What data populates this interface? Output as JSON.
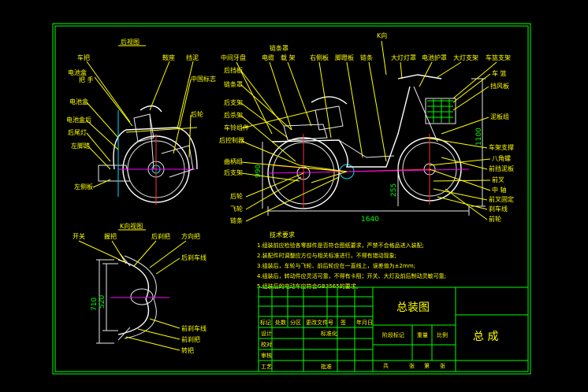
{
  "views": {
    "rear": "后视图",
    "k": "K向视图",
    "k_arrow": "K向"
  },
  "rear_labels": {
    "top": [
      "鞍座",
      "挡泥"
    ],
    "left": [
      "车把",
      "电池盒\n把  手",
      "电池盒",
      "电池盒后\n挂",
      "后尾灯",
      "左脚踏",
      "左侧板"
    ],
    "right": [
      "中国标志",
      "后轮"
    ]
  },
  "side_labels": {
    "top": [
      "中间牙盘",
      "电缆",
      "载  架",
      "右侧板",
      "脚蹬板",
      "链条",
      "大灯灯罩",
      "电池护罩",
      "大灯支架",
      "车篮支架"
    ],
    "top_cover": "链条罩",
    "left": [
      "后挡板",
      "链条罩",
      "后支架",
      "后杀架",
      "车铃组件",
      "后控制器",
      "曲柄组",
      "后支架",
      "后轮",
      "飞轮",
      "链条"
    ],
    "right": [
      "车  篮",
      "挡风板",
      "泥板组",
      "车架支撑",
      "八角螺",
      "前挡泥板",
      "前叉",
      "中  轴",
      "前叉固定",
      "刹车线",
      "前轮"
    ]
  },
  "dims": {
    "wheelbase": "1640",
    "rear_h": "990",
    "front_h": "255",
    "right_h": "1100",
    "k_h1": "710",
    "k_h2": "520"
  },
  "k_labels": {
    "top": [
      "开关",
      "握把",
      "后刹把",
      "方向把"
    ],
    "mid": "后刹车线",
    "bottom": [
      "前刹车线",
      "前刹把",
      "转把"
    ]
  },
  "notes": {
    "title": "技术要求",
    "lines": [
      "1.组装前应检验各零部件是否符合图纸要求，严禁不合格品进入装配;",
      "2.装配件时调整应方位与相关标准进行，不得有错动现象;",
      "3.组装后，车轮与飞轮、前后轮应在一直线上，误差值为±2mm;",
      "4.组装后，转动件应灵活可靠，不得有卡阻；开关、大灯及前后制动灵敏可靠;",
      "5.组装后的电动车应符合GB3565的要求。"
    ]
  },
  "title_block": {
    "drawing_name": "总装图",
    "assembly": "总   成",
    "hdr": [
      "标记",
      "处数",
      "分区",
      "更改文件号",
      "签",
      "年月日"
    ],
    "rows_left": [
      "设计",
      "校对",
      "审核",
      "工艺"
    ],
    "std": "标准化",
    "approve": "批准",
    "stage": "阶段标记",
    "weight": "重量",
    "scale": "比例",
    "sheet_total": "共",
    "sheet_no": "张",
    "sheet_of": "第",
    "sheet_end": "张"
  }
}
